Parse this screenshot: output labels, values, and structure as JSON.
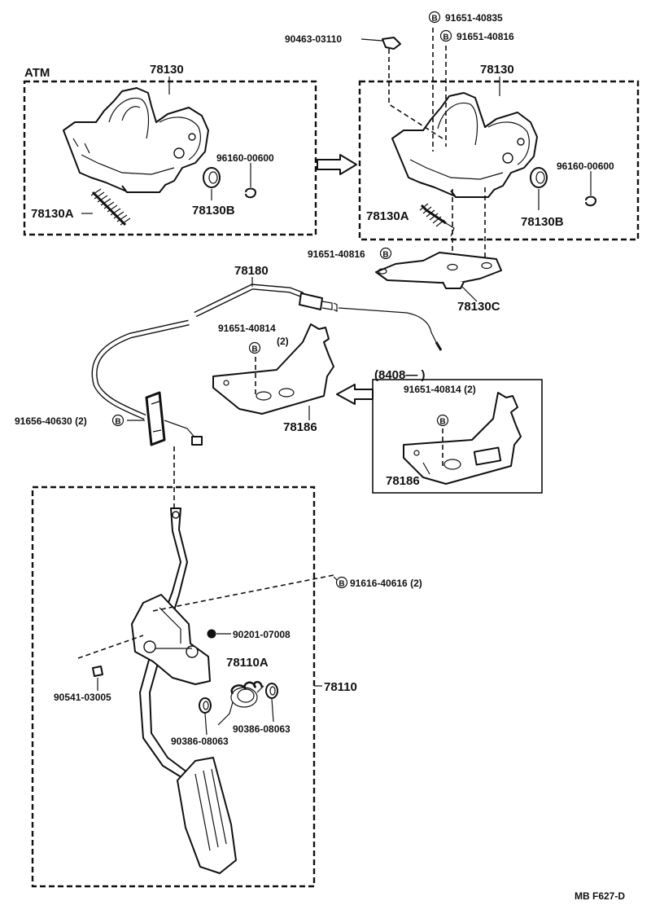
{
  "labels": {
    "atm": "ATM",
    "p78130_left": "78130",
    "p78130_right": "78130",
    "p96160_left": "96160-00600",
    "p96160_right": "96160-00600",
    "p78130a_left": "78130A",
    "p78130a_right": "78130A",
    "p78130b_left": "78130B",
    "p78130b_right": "78130B",
    "p90463": "90463-03110",
    "p91651_40835": "91651-40835",
    "p91651_40816_top": "91651-40816",
    "p91651_40816_mid": "91651-40816",
    "p78130c": "78130C",
    "p78180": "78180",
    "p91651_40814_a": "91651-40814",
    "qty_2_a": "(2)",
    "p78186_a": "78186",
    "p8408": "(8408—        )",
    "p91651_40814_b": "91651-40814  (2)",
    "p78186_b": "78186",
    "p91656": "91656-40630  (2)",
    "p91616": "91616-40616  (2)",
    "p90201": "90201-07008",
    "p78110a": "78110A",
    "p78110": "78110",
    "p90541": "90541-03005",
    "p90386_left": "90386-08063",
    "p90386_right": "90386-08063",
    "footer": "MB   F627-D"
  },
  "marker_letter": "B",
  "colors": {
    "ink": "#111111",
    "paper": "#ffffff"
  }
}
